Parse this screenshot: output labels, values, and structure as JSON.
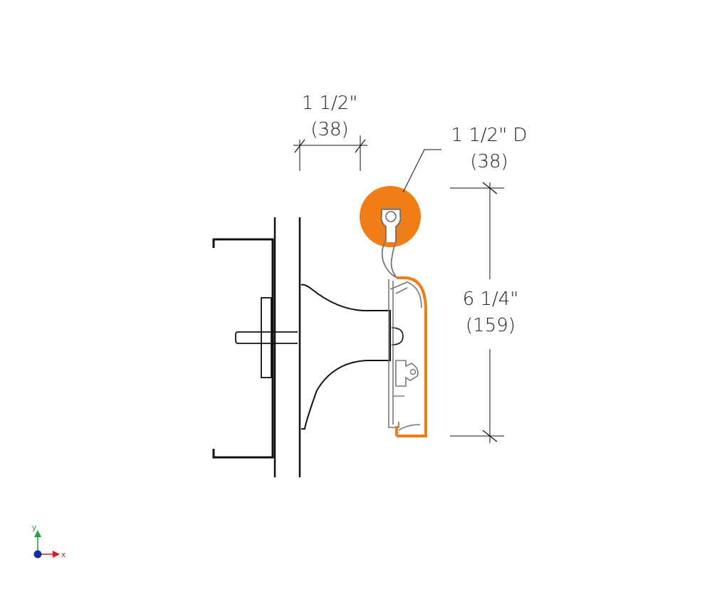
{
  "dimensions": {
    "width_in": "1 1/2\"",
    "width_mm": "(38)",
    "diameter_in": "1 1/2\" D",
    "diameter_mm": "(38)",
    "height_in": "6 1/4\"",
    "height_mm": "(159)"
  },
  "axis_triad": {
    "x_label": "x",
    "y_label": "y",
    "x_color": "#d42020",
    "y_color": "#20a040",
    "origin_color": "#1a2aa0"
  },
  "colors": {
    "accent": "#f07e14",
    "line": "#111111"
  }
}
